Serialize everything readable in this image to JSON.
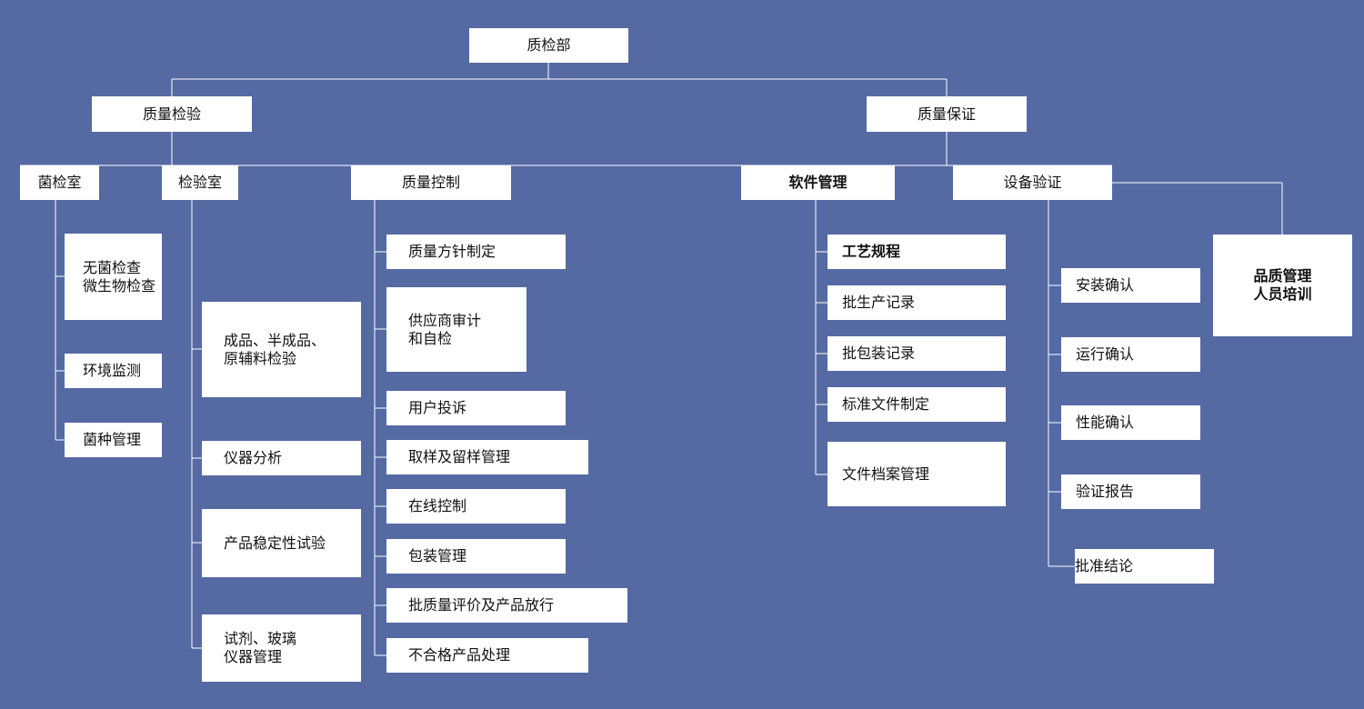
{
  "root": "质检部",
  "level1": [
    "质量检验",
    "质量保证"
  ],
  "level2": [
    "菌检室",
    "检验室",
    "质量控制",
    "软件管理",
    "设备验证"
  ],
  "jian": [
    "无菌检查\n微生物检查",
    "环境监测",
    "菌种管理"
  ],
  "jianyan": [
    "成品、半成品、\n原辅料检验",
    "仪器分析",
    "产品稳定性试验",
    "试剂、玻璃\n仪器管理"
  ],
  "zhikong": [
    "质量方针制定",
    "供应商审计\n和自检",
    "用户投诉",
    "取样及留样管理",
    "在线控制",
    "包装管理",
    "批质量评价及产品放行",
    "不合格产品处理"
  ],
  "ruanjian": [
    "工艺规程",
    "批生产记录",
    "批包装记录",
    "标准文件制定",
    "文件档案管理"
  ],
  "shebei": [
    "安装确认",
    "运行确认",
    "性能确认",
    "验证报告",
    "批准结论"
  ],
  "training": "品质管理\n人员培训"
}
